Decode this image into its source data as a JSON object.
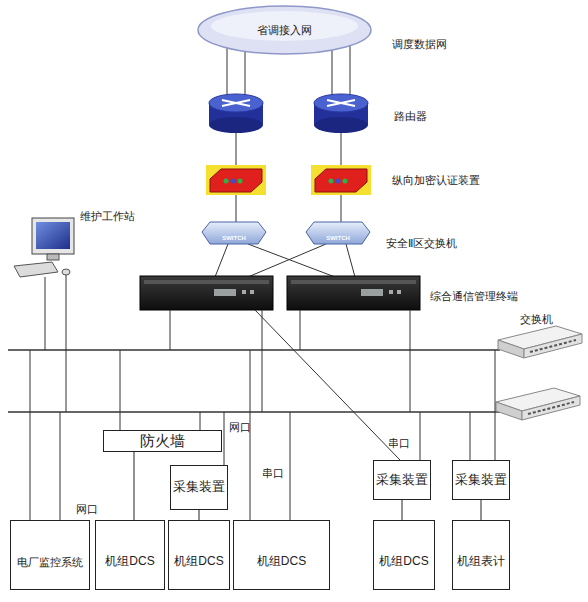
{
  "diagram": {
    "nodes": [
      {
        "text": [
          "省调接入网"
        ]
      },
      {
        "text": [
          "防火墙"
        ]
      },
      {
        "text": [
          "采集装置"
        ]
      },
      {
        "text": [
          "采集装置"
        ]
      },
      {
        "text": [
          "采集装置"
        ]
      },
      {
        "text": [
          "电厂监控系统"
        ]
      },
      {
        "text": [
          "机组DCS"
        ]
      },
      {
        "text": [
          "机组DCS"
        ]
      },
      {
        "text": [
          "机组DCS"
        ]
      },
      {
        "text": [
          "机组DCS"
        ]
      },
      {
        "text": [
          "机组表计"
        ]
      }
    ],
    "edges": [
      {
        "from": 1,
        "to": 6,
        "arrow": "none"
      },
      {
        "from": 2,
        "to": 7,
        "arrow": "none"
      },
      {
        "from": 3,
        "to": 9,
        "arrow": "none"
      },
      {
        "from": 4,
        "to": 10,
        "arrow": "none"
      }
    ],
    "labels": [
      "调度数据网",
      "路由器",
      "纵向加密认证装置",
      "SWITCH",
      "SWITCH",
      "安全Ⅱ区交换机",
      "维护工作站",
      "综合通信管理终端",
      "交换机",
      "网口",
      "串口",
      "串口",
      "网口"
    ]
  }
}
